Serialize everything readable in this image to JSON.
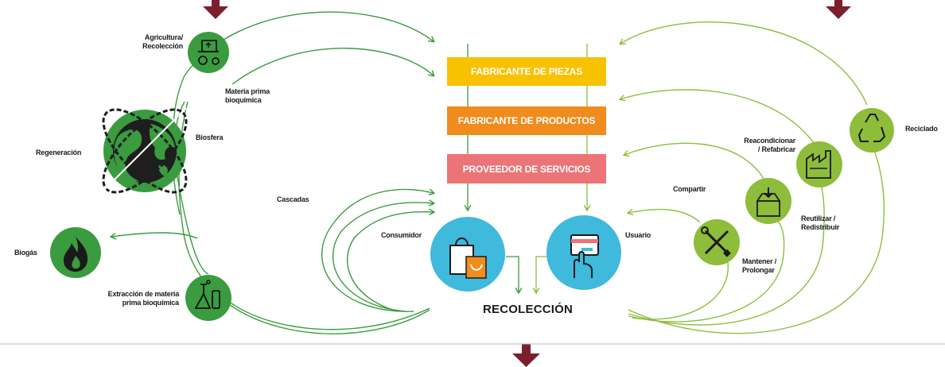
{
  "colors": {
    "dark_green": "#3a9b3f",
    "light_green": "#8dbd3a",
    "cyan": "#3fb9dc",
    "yellow": "#f9c200",
    "orange": "#f08c1d",
    "salmon": "#ec7376",
    "maroon": "#7c1f2b",
    "black": "#1a1a1a"
  },
  "boxes": {
    "piezas": "FABRICANTE DE PIEZAS",
    "productos": "FABRICANTE DE PRODUCTOS",
    "servicios": "PROVEEDOR DE SERVICIOS"
  },
  "labels": {
    "agricultura": "Agricultura/\nRecolección",
    "materia_prima": "Materia prima\nbioquímica",
    "biosfera": "Biosfera",
    "regeneracion": "Regeneración",
    "cascadas": "Cascadas",
    "biogas": "Biogás",
    "extraccion": "Extracción de materia\nprima bioquímica",
    "consumidor": "Consumidor",
    "usuario": "Usuario",
    "recoleccion": "RECOLECCIÓN",
    "compartir": "Compartir",
    "reacondicionar": "Reacondicionar\n/ Refabricar",
    "reutilizar": "Reutilizar /\nRedistribuir",
    "mantener": "Mantener /\nProlongar",
    "reciclado": "Reciclado"
  },
  "icons": {
    "agricultura": "tractor-icon",
    "biosfera": "globe-icon",
    "biogas": "flame-icon",
    "extraccion": "flask-icon",
    "consumidor": "shopping-bag-icon",
    "usuario": "card-payment-icon",
    "mantener": "wrench-screwdriver-icon",
    "reutilizar": "box-icon",
    "reacondicionar": "factory-icon",
    "reciclado": "recycle-icon"
  }
}
